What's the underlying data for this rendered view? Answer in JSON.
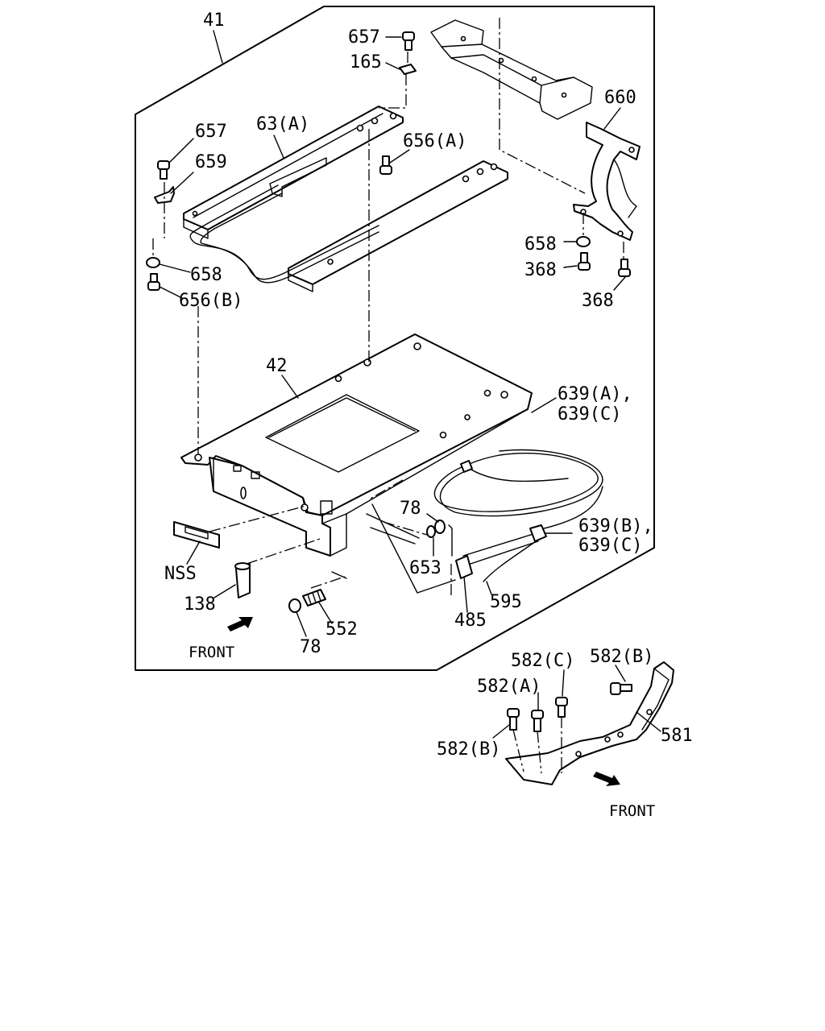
{
  "callouts": {
    "c41": "41",
    "c657_top": "657",
    "c165": "165",
    "c660": "660",
    "c657_left": "657",
    "c63a": "63(A)",
    "c656a": "656(A)",
    "c659": "659",
    "c658_left": "658",
    "c656b": "656(B)",
    "c658_right": "658",
    "c368_a": "368",
    "c368_b": "368",
    "c42": "42",
    "c639ac_1": "639(A),",
    "c639ac_2": "639(C)",
    "c78_upper": "78",
    "c653": "653",
    "c639bc_1": "639(B),",
    "c639bc_2": "639(C)",
    "cNSS": "NSS",
    "c138": "138",
    "c552": "552",
    "c78_lower": "78",
    "c485": "485",
    "c595": "595",
    "front_main": "FRONT",
    "c582c": "582(C)",
    "c582b_top": "582(B)",
    "c582a": "582(A)",
    "c581": "581",
    "c582b_left": "582(B)",
    "front_bracket": "FRONT"
  }
}
